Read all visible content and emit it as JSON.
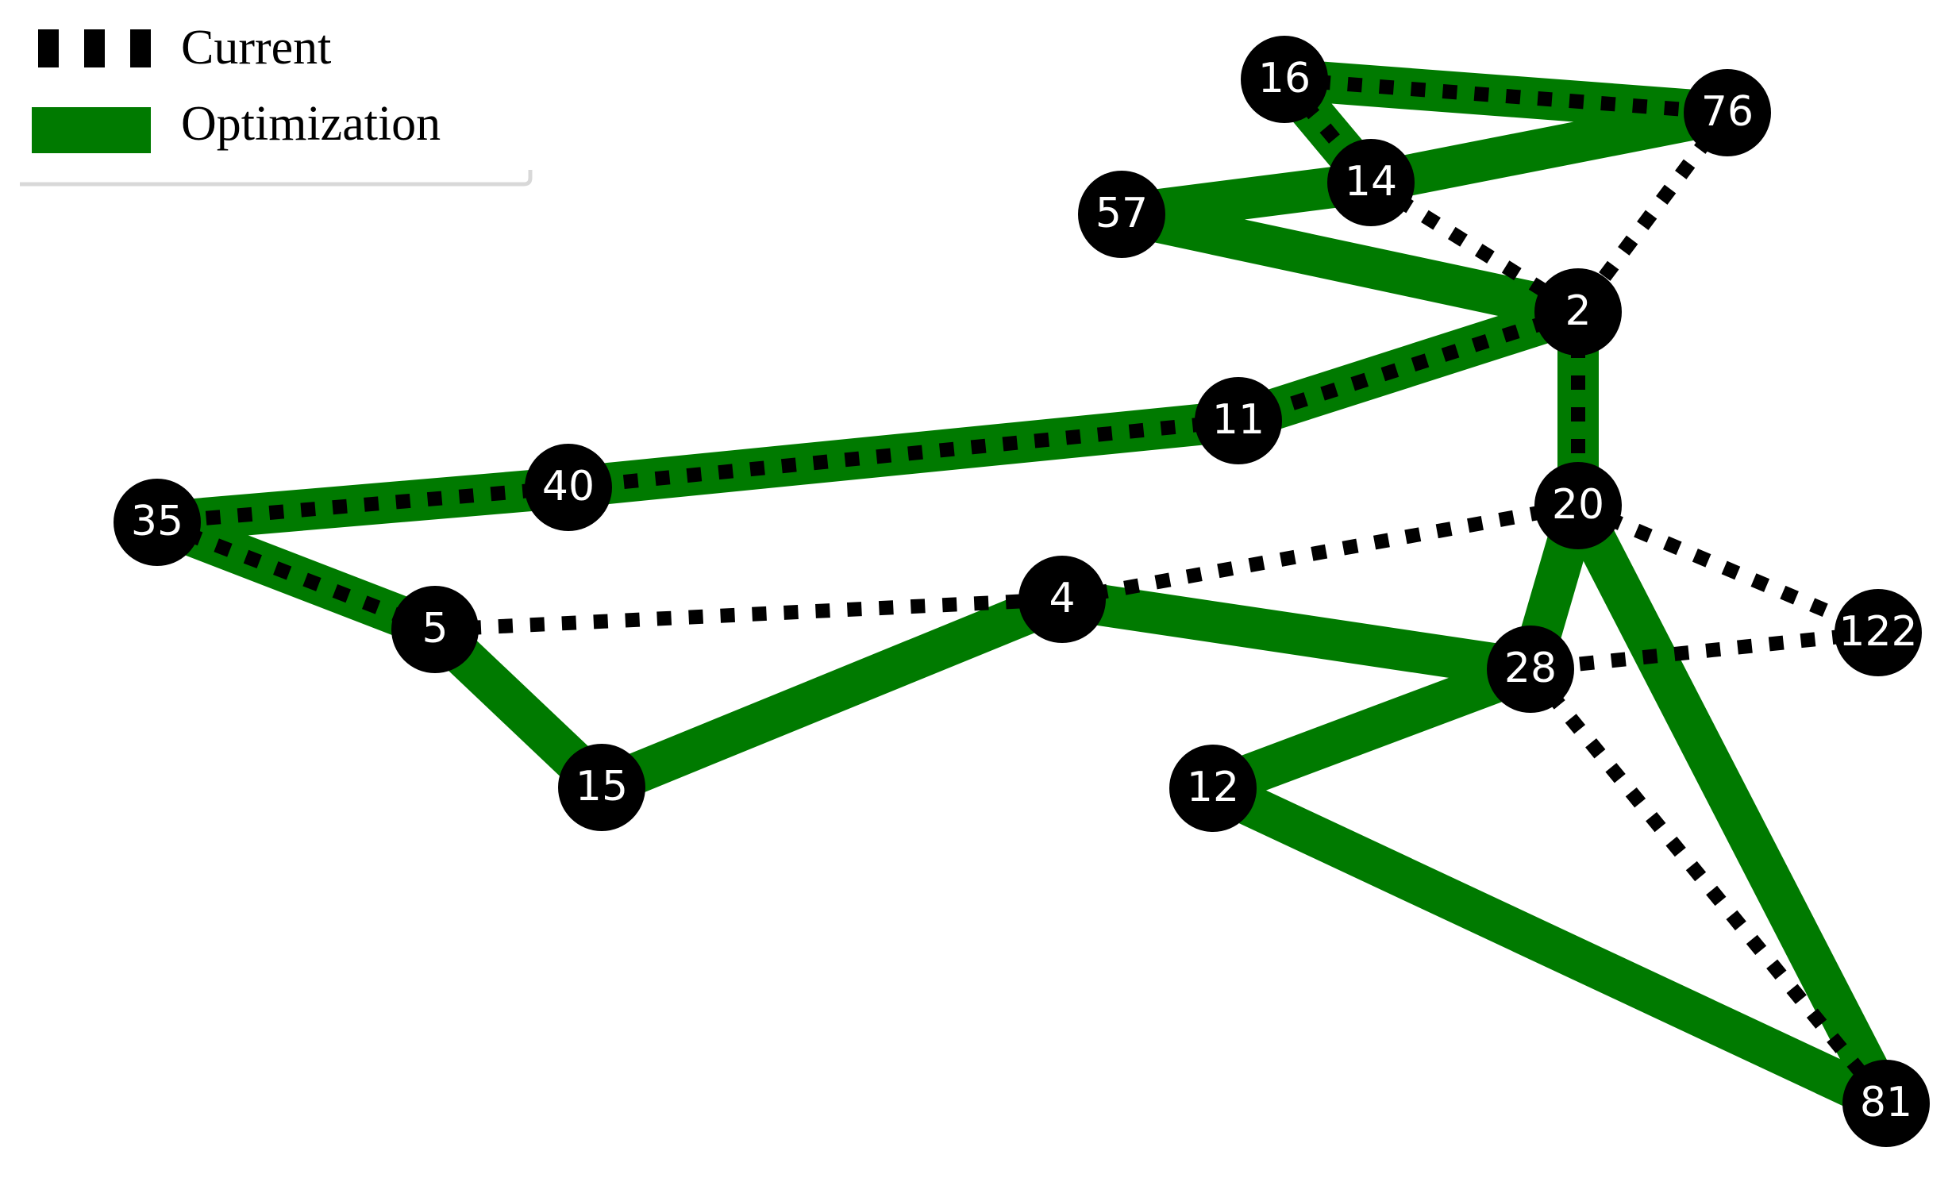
{
  "legend": {
    "items": [
      {
        "label": "Current",
        "style": "dotted",
        "color": "#000000"
      },
      {
        "label": "Optimization",
        "style": "solid",
        "color": "#007a00"
      }
    ]
  },
  "colors": {
    "optimization": "#007a00",
    "current": "#000000",
    "node_fill": "#000000",
    "node_label": "#ffffff"
  },
  "nodes": [
    {
      "id": "16",
      "label": "16"
    },
    {
      "id": "76",
      "label": "76"
    },
    {
      "id": "14",
      "label": "14"
    },
    {
      "id": "57",
      "label": "57"
    },
    {
      "id": "2",
      "label": "2"
    },
    {
      "id": "11",
      "label": "11"
    },
    {
      "id": "40",
      "label": "40"
    },
    {
      "id": "35",
      "label": "35"
    },
    {
      "id": "20",
      "label": "20"
    },
    {
      "id": "4",
      "label": "4"
    },
    {
      "id": "5",
      "label": "5"
    },
    {
      "id": "122",
      "label": "122"
    },
    {
      "id": "28",
      "label": "28"
    },
    {
      "id": "15",
      "label": "15"
    },
    {
      "id": "12",
      "label": "12"
    },
    {
      "id": "81",
      "label": "81"
    }
  ],
  "optimization_edges": [
    [
      "16",
      "76"
    ],
    [
      "76",
      "14"
    ],
    [
      "16",
      "14"
    ],
    [
      "14",
      "57"
    ],
    [
      "57",
      "2"
    ],
    [
      "2",
      "11"
    ],
    [
      "11",
      "40"
    ],
    [
      "40",
      "35"
    ],
    [
      "35",
      "5"
    ],
    [
      "5",
      "15"
    ],
    [
      "15",
      "4"
    ],
    [
      "4",
      "28"
    ],
    [
      "28",
      "12"
    ],
    [
      "12",
      "81"
    ],
    [
      "81",
      "20"
    ],
    [
      "20",
      "28"
    ],
    [
      "2",
      "20"
    ]
  ],
  "current_edges": [
    [
      "16",
      "76"
    ],
    [
      "16",
      "14"
    ],
    [
      "14",
      "2"
    ],
    [
      "76",
      "2"
    ],
    [
      "2",
      "11"
    ],
    [
      "11",
      "40"
    ],
    [
      "40",
      "35"
    ],
    [
      "35",
      "5"
    ],
    [
      "5",
      "4"
    ],
    [
      "4",
      "20"
    ],
    [
      "20",
      "122"
    ],
    [
      "122",
      "28"
    ],
    [
      "28",
      "81"
    ],
    [
      "2",
      "20"
    ]
  ]
}
